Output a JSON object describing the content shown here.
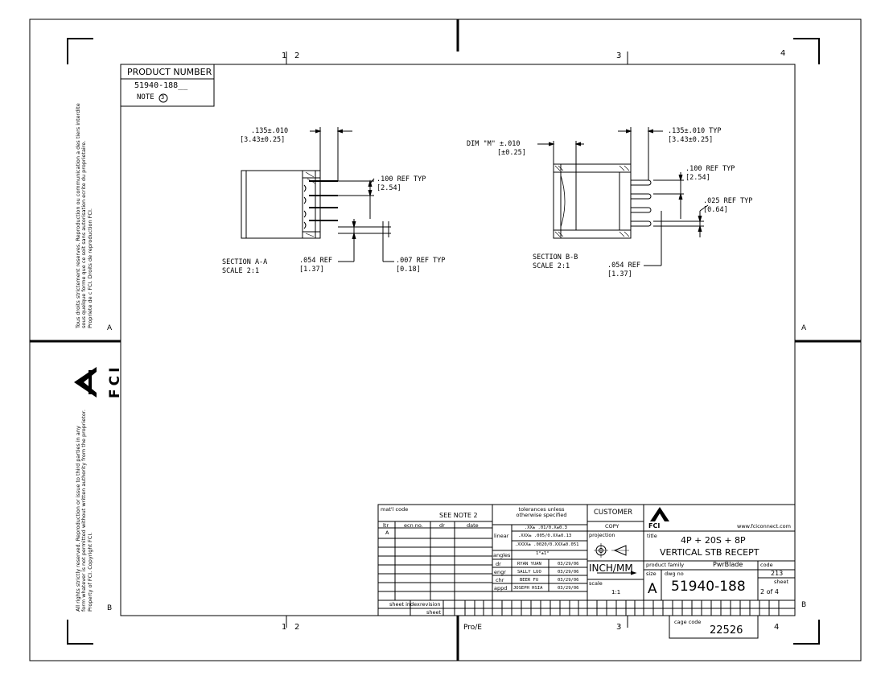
{
  "zones": {
    "top": [
      "1",
      "2",
      "3",
      "4"
    ],
    "bottom": [
      "1",
      "2",
      "3",
      "4"
    ],
    "left": [
      "A",
      "B"
    ],
    "right": [
      "A",
      "B"
    ]
  },
  "product_number": {
    "label": "PRODUCT NUMBER",
    "value": "51940-188__",
    "note": "NOTE",
    "note_num": "3"
  },
  "section_a": {
    "title": "SECTION  A-A",
    "scale": "SCALE  2:1",
    "dims": [
      ".135±.010",
      "[3.43±0.25]",
      ".100  REF TYP",
      "[2.54]",
      ".054  REF",
      "[1.37]",
      ".007  REF TYP",
      "[0.18]"
    ]
  },
  "section_b": {
    "title": "SECTION  B-B",
    "scale": "SCALE  2:1",
    "dims": [
      "DIM \"M\" ±.010",
      "[±0.25]",
      ".135±.010    TYP",
      "[3.43±0.25]",
      ".100  REF TYP",
      "[2.54]",
      ".025  REF TYP",
      "[0.64]",
      ".054  REF",
      "[1.37]"
    ]
  },
  "side_notes": {
    "top": [
      "Tous droits strictement reserves.  Reproduction ou communication a des tiers interdite",
      "sous quelque forme que ce soit sans autorisation ecrite du proprietaire.",
      "Propriete de c FCI.  Droits de reproduction FCI."
    ],
    "bottom": [
      "All rights strictly reserved.  Reproduction or issue to third parties in any",
      "form whatever is not permitted without written authority from the proprietor.",
      "Property of FCI.  Copyright FCI."
    ],
    "logo_text": "FCI"
  },
  "title_block": {
    "matl_code": "mat'l code",
    "see_note": "SEE NOTE 2",
    "rev_headers": [
      "ltr",
      "ecn no.",
      "dr",
      "date"
    ],
    "rev_rows": [
      [
        "A",
        "",
        "",
        ""
      ]
    ],
    "tolerances_header": "tolerances unless otherwise specified",
    "linear_label": "linear",
    "tolerance_lines": [
      ".XX± .01/0.X±0.3",
      ".XXX± .005/0.XX±0.13",
      ".XXXX± .0020/0.XXX±0.051"
    ],
    "angles_label": "angles",
    "angles_value": "1°±1°",
    "signoffs": [
      {
        "role": "dr",
        "name": "RYAN YUAN",
        "date": "03/29/06"
      },
      {
        "role": "engr",
        "name": "SALLY LUO",
        "date": "03/29/06"
      },
      {
        "role": "chr",
        "name": "BEER FU",
        "date": "03/29/06"
      },
      {
        "role": "appd",
        "name": "JOSEPH HSIA",
        "date": "03/29/06"
      }
    ],
    "customer": "CUSTOMER",
    "copy": "COPY",
    "projection": "projection",
    "units": "INCH/MM",
    "scale_label": "scale",
    "scale_value": "1:1",
    "sheet_index": "sheet index",
    "revision": "revision",
    "sheet": "sheet",
    "fci": "FCI",
    "website": "www.fciconnect.com",
    "title_label": "title",
    "title_line1": "4P + 20S + 8P",
    "title_line2": "VERTICAL STB RECEPT",
    "product_family_label": "product family",
    "product_family": "PwrBlade",
    "code_label": "code",
    "code": "213",
    "size_label": "size",
    "size": "A",
    "dwg_no_label": "dwg no",
    "dwg_no": "51940-188",
    "sheet_label": "sheet",
    "sheet_value": "2 of 4",
    "cage_code_label": "cage code",
    "cage_code": "22526",
    "proe": "Pro/E"
  }
}
